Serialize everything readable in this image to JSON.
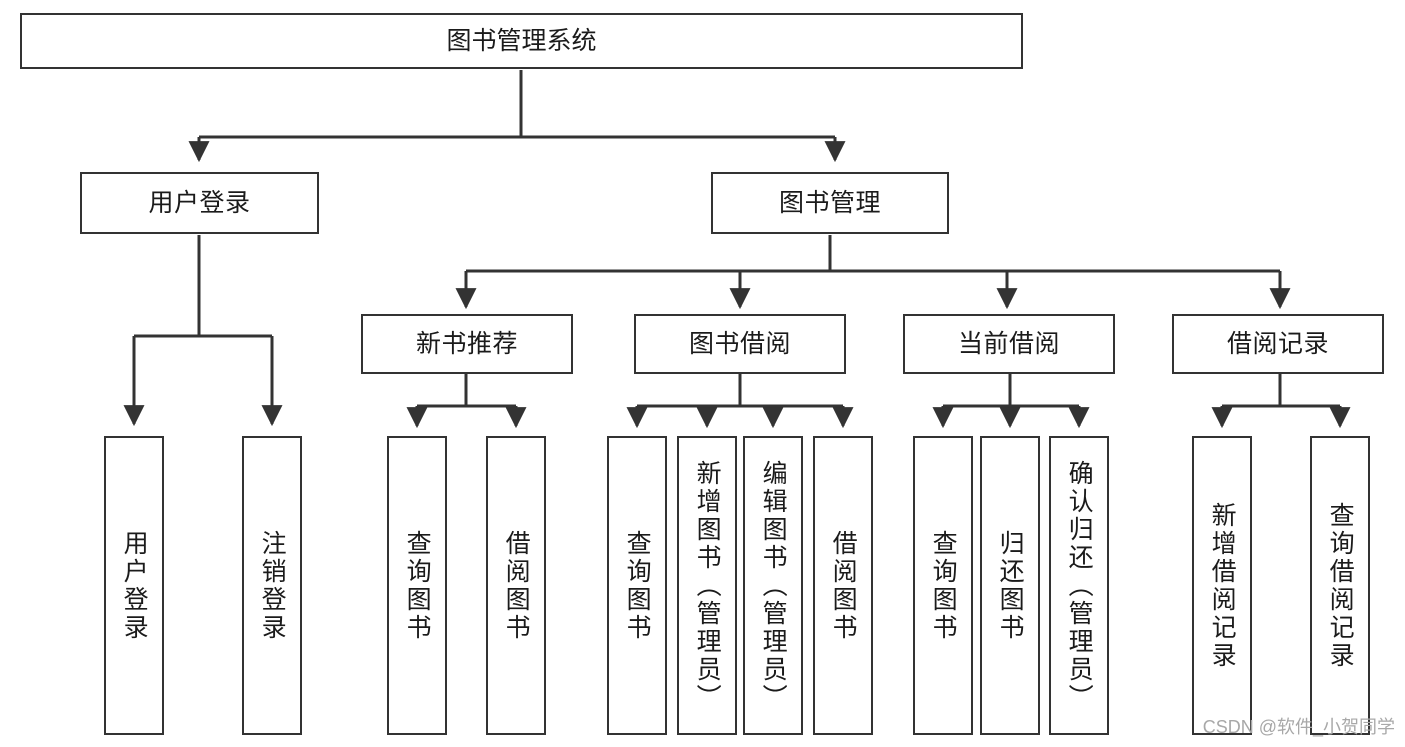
{
  "diagram": {
    "title": "图书管理系统",
    "type": "tree",
    "orientation": "top-down",
    "colors": {
      "stroke": "#333333",
      "fill": "#ffffff",
      "text": "#1b1b1b",
      "watermark": "#a8a8a8"
    },
    "watermark": "CSDN @软件_小贺同学"
  },
  "nodes": {
    "root": {
      "label": "图书管理系统"
    },
    "level2": [
      {
        "label": "用户登录"
      },
      {
        "label": "图书管理"
      }
    ],
    "level3": [
      {
        "label": "新书推荐"
      },
      {
        "label": "图书借阅"
      },
      {
        "label": "当前借阅"
      },
      {
        "label": "借阅记录"
      }
    ],
    "leaves": {
      "user_login": [
        {
          "label": "用户登录"
        },
        {
          "label": "注销登录"
        }
      ],
      "new_book": [
        {
          "label": "查询图书"
        },
        {
          "label": "借阅图书"
        }
      ],
      "borrow_book": [
        {
          "label": "查询图书"
        },
        {
          "label": "新增图书（管理员）"
        },
        {
          "label": "编辑图书（管理员）"
        },
        {
          "label": "借阅图书"
        }
      ],
      "current_borrow": [
        {
          "label": "查询图书"
        },
        {
          "label": "归还图书"
        },
        {
          "label": "确认归还（管理员）"
        }
      ],
      "borrow_record": [
        {
          "label": "新增借阅记录"
        },
        {
          "label": "查询借阅记录"
        }
      ]
    }
  }
}
